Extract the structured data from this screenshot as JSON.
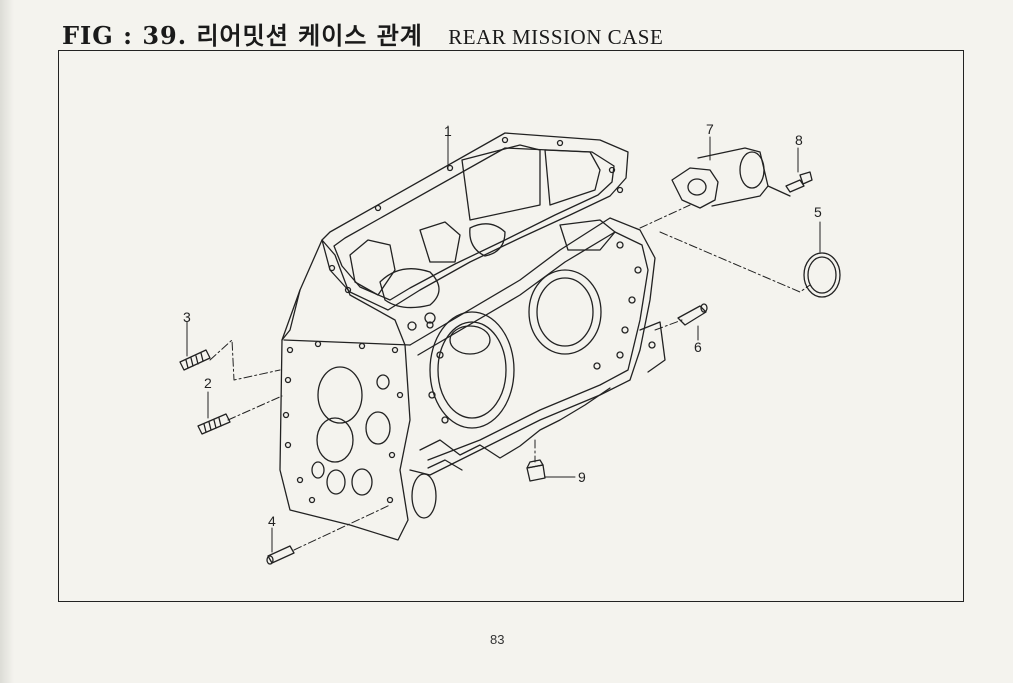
{
  "figure": {
    "label": "FIG : 39.",
    "korean_title": "리어밋션 케이스 관계",
    "english_title": "REAR MISSION CASE"
  },
  "callouts": [
    "1",
    "2",
    "3",
    "4",
    "5",
    "6",
    "7",
    "8",
    "9"
  ],
  "page_number": "83"
}
